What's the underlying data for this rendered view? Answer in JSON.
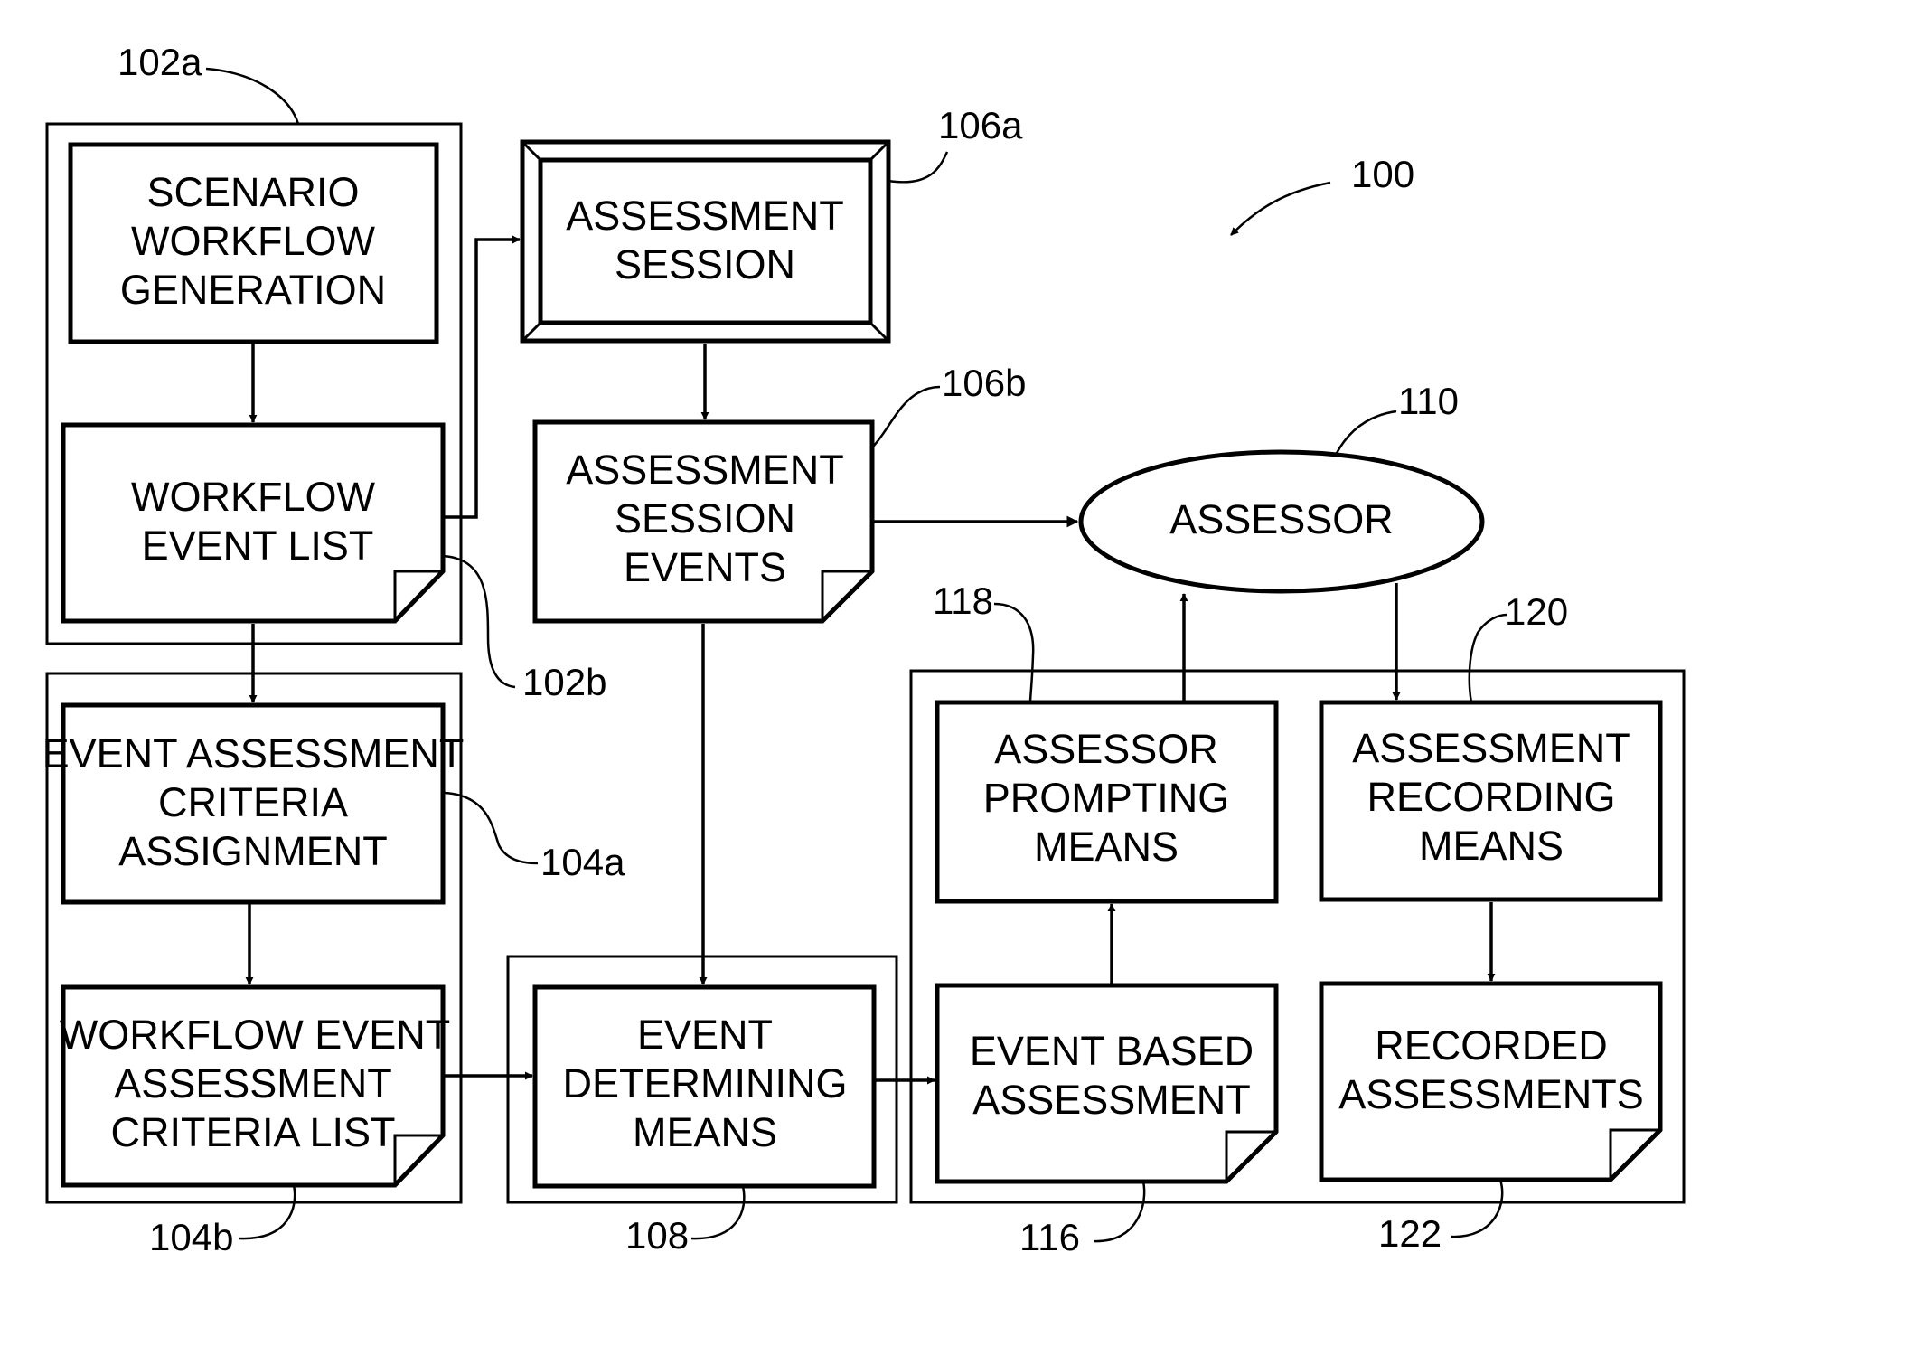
{
  "figure_number": "100",
  "boxes": {
    "scenario": [
      "SCENARIO",
      "WORKFLOW",
      "GENERATION"
    ],
    "workflow_event_list": [
      "WORKFLOW",
      "EVENT LIST"
    ],
    "assessment_session": [
      "ASSESSMENT",
      "SESSION"
    ],
    "assessment_session_events": [
      "ASSESSMENT",
      "SESSION",
      "EVENTS"
    ],
    "assessor": "ASSESSOR",
    "criteria_assignment": [
      "EVENT ASSESSMENT",
      "CRITERIA",
      "ASSIGNMENT"
    ],
    "criteria_list": [
      "WORKFLOW EVENT",
      "ASSESSMENT",
      "CRITERIA LIST"
    ],
    "event_determining": [
      "EVENT",
      "DETERMINING",
      "MEANS"
    ],
    "assessor_prompting": [
      "ASSESSOR",
      "PROMPTING",
      "MEANS"
    ],
    "assessment_recording": [
      "ASSESSMENT",
      "RECORDING",
      "MEANS"
    ],
    "event_based": [
      "EVENT BASED",
      "ASSESSMENT"
    ],
    "recorded": [
      "RECORDED",
      "ASSESSMENTS"
    ]
  },
  "refs": {
    "r102a": "102a",
    "r102b": "102b",
    "r104a": "104a",
    "r104b": "104b",
    "r106a": "106a",
    "r106b": "106b",
    "r108": "108",
    "r110": "110",
    "r116": "116",
    "r118": "118",
    "r120": "120",
    "r122": "122"
  }
}
